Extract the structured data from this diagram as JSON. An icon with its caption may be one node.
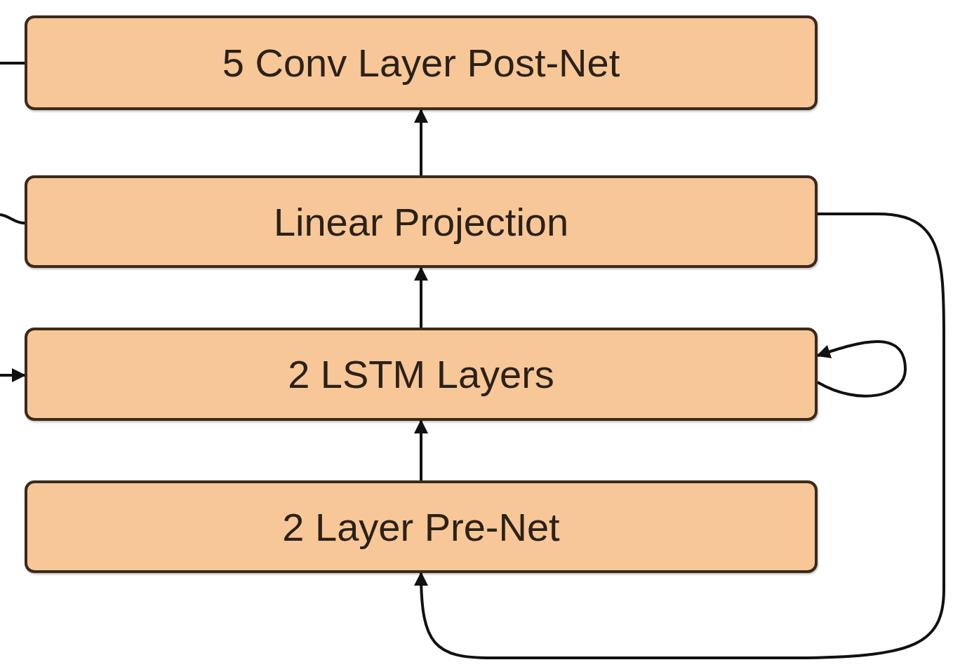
{
  "diagram": {
    "nodes": [
      {
        "text": [
          "5 Conv Layer Post-Net"
        ]
      },
      {
        "text": [
          "Linear Projection"
        ]
      },
      {
        "text": [
          "2 LSTM Layers"
        ]
      },
      {
        "text": [
          "2 Layer Pre-Net"
        ]
      }
    ],
    "edges": [
      {
        "from": 1,
        "to": 0,
        "arrow": "to"
      },
      {
        "from": 2,
        "to": 1,
        "arrow": "to"
      },
      {
        "from": 3,
        "to": 2,
        "arrow": "to"
      },
      {
        "from": 2,
        "to": 2,
        "arrow": "to"
      },
      {
        "from": 1,
        "to": 3,
        "arrow": "to"
      },
      {
        "from": null,
        "to": 0,
        "arrow": "none"
      },
      {
        "from": null,
        "to": 1,
        "arrow": "none"
      },
      {
        "from": null,
        "to": 2,
        "arrow": "to"
      }
    ]
  }
}
